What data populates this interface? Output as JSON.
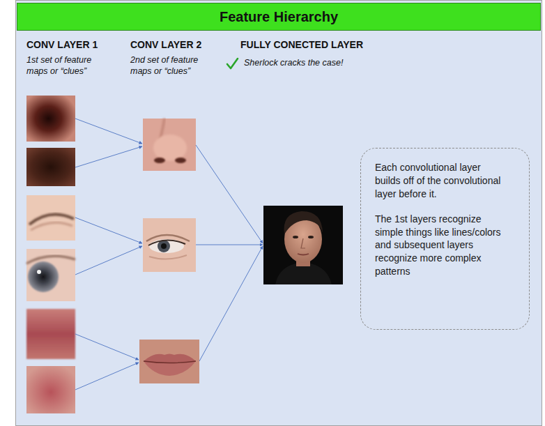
{
  "diagram": {
    "title": "Feature Hierarchy",
    "nodes": [
      {
        "text": [
          "Each convolutional layer builds off of the convolutional layer before it.",
          "The 1st layers recognize simple things like lines/colors and subsequent layers recognize more complex patterns"
        ]
      }
    ],
    "labels": [
      "CONV LAYER 1",
      "CONV LAYER 2",
      "FULLY CONECTED LAYER",
      "1st set of feature maps or “clues”",
      "2nd set of feature maps or “clues”",
      "Sherlock cracks the case!"
    ]
  }
}
